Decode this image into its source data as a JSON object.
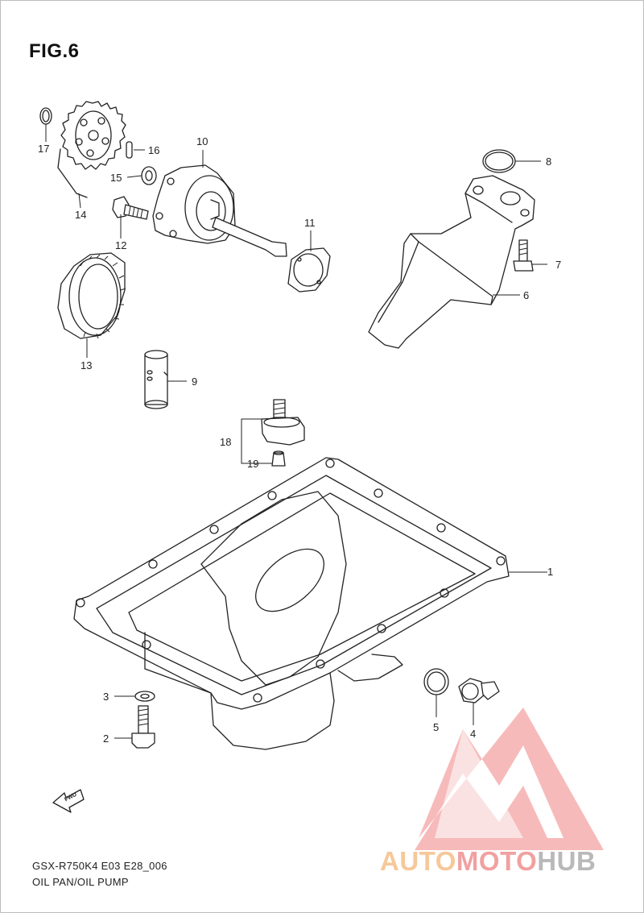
{
  "figure": {
    "title": "FIG.6",
    "code": "GSX-R750K4 E03 E28_006",
    "caption": "OIL PAN/OIL PUMP",
    "fwd_label": "FWD"
  },
  "callouts": [
    "1",
    "2",
    "3",
    "4",
    "5",
    "6",
    "7",
    "8",
    "9",
    "10",
    "11",
    "12",
    "13",
    "14",
    "15",
    "16",
    "17",
    "18",
    "19"
  ],
  "watermark": {
    "part_a": "AUTO",
    "part_b": "MOTO",
    "part_c": "HUB",
    "colors": {
      "auto": "#f6c89a",
      "moto": "#f1a0a0",
      "hub": "#b9b9b9",
      "triangle": "#f07a7a"
    }
  },
  "colors": {
    "line": "#222222",
    "background": "#ffffff"
  }
}
